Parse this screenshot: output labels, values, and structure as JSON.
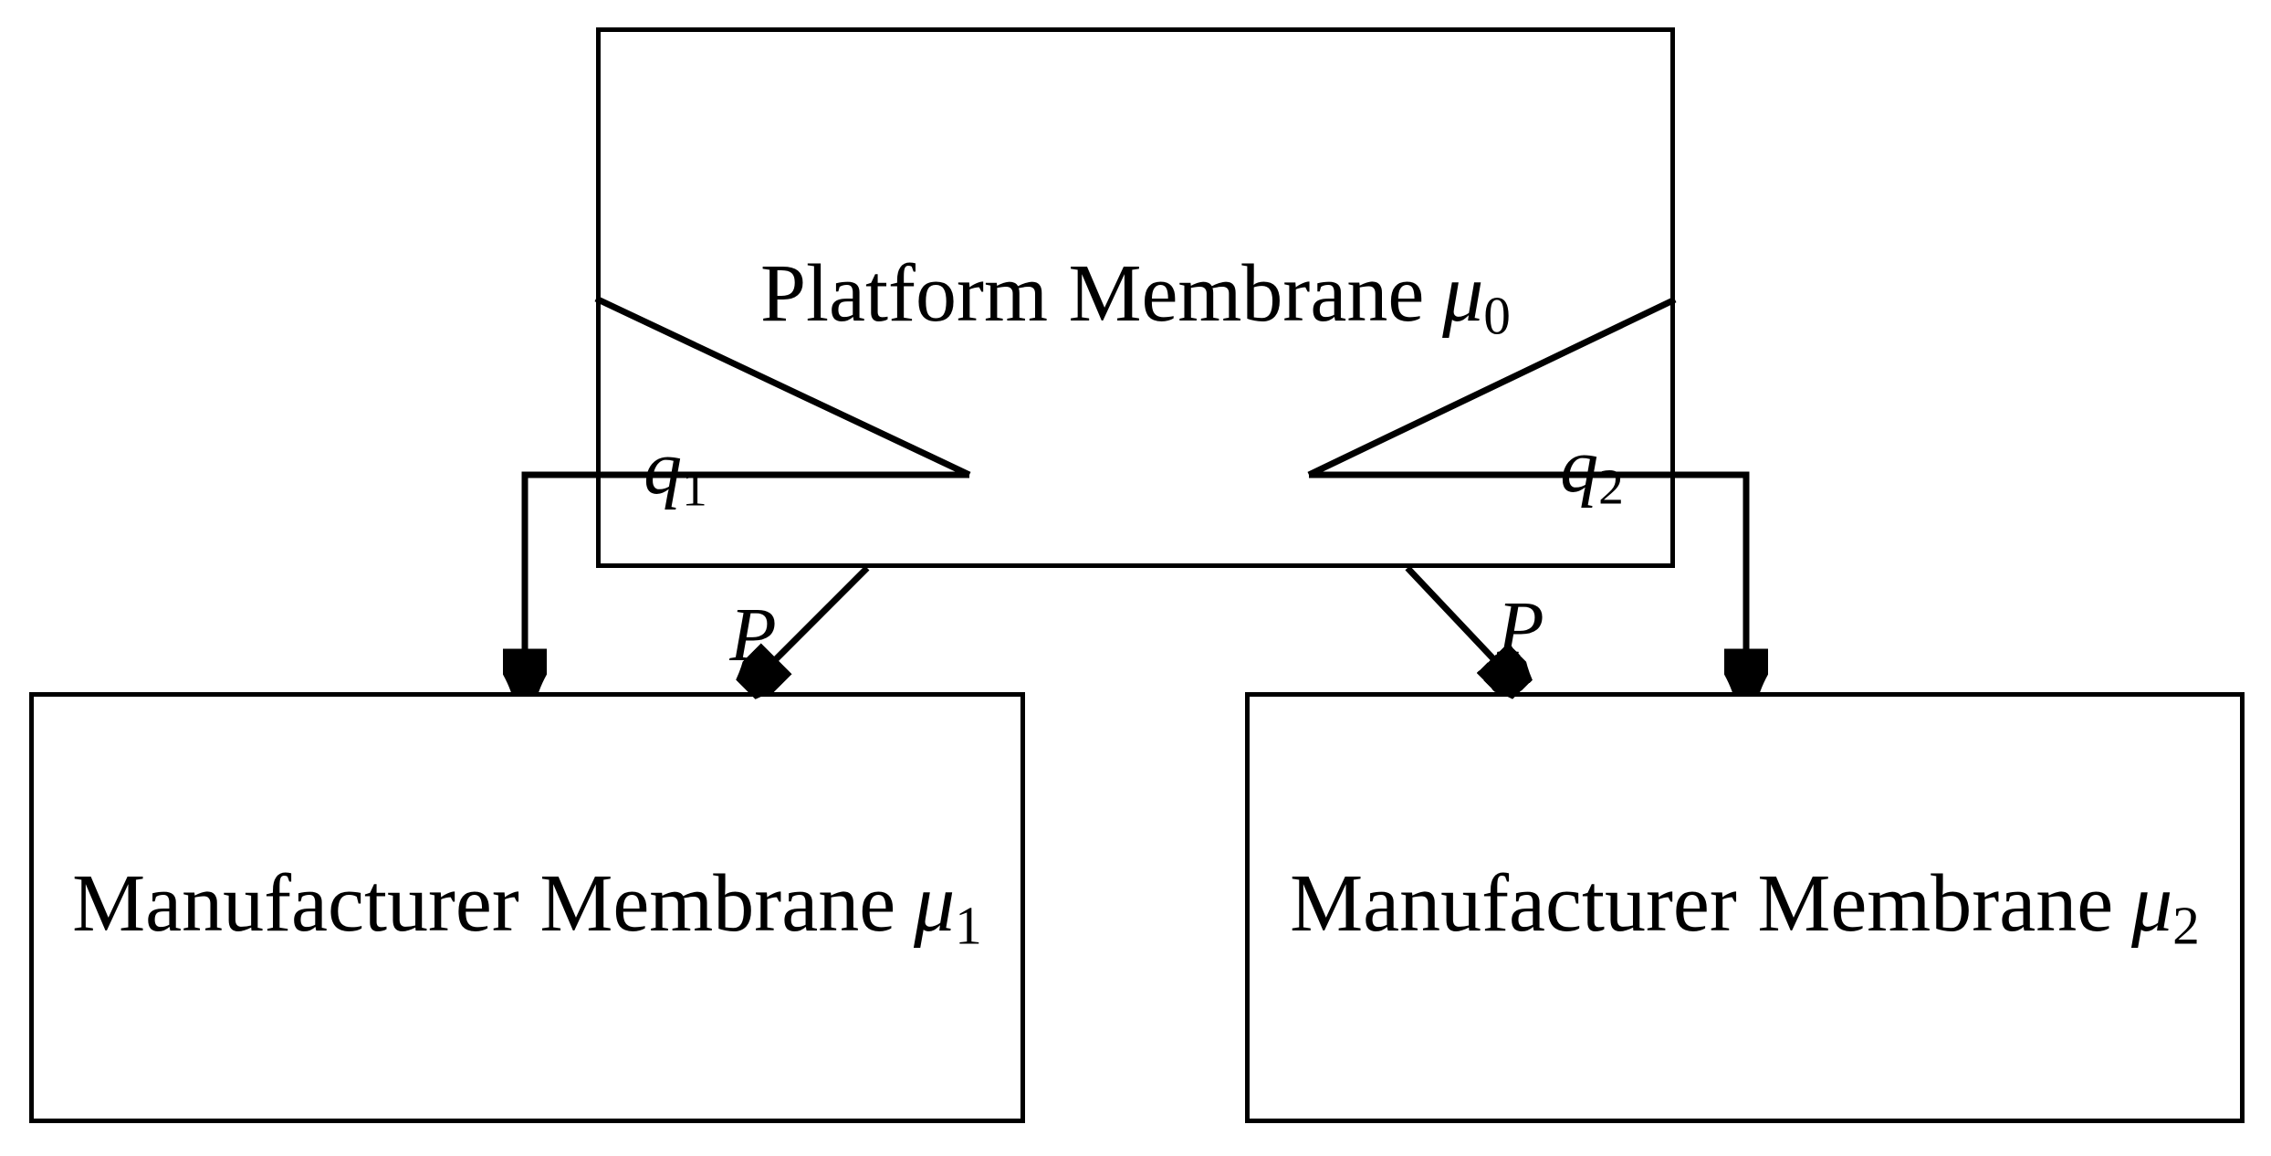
{
  "diagram": {
    "background_color": "#ffffff",
    "line_color": "#000000",
    "boxes": [
      {
        "name": "platform-membrane",
        "label_text": "Platform Membrane",
        "label_symbol": "μ",
        "label_subscript": "0"
      },
      {
        "name": "manufacturer-membrane-1",
        "label_text": "Manufacturer Membrane",
        "label_symbol": "μ",
        "label_subscript": "1"
      },
      {
        "name": "manufacturer-membrane-2",
        "label_text": "Manufacturer Membrane",
        "label_symbol": "μ",
        "label_subscript": "2"
      }
    ],
    "flow_labels": {
      "q1": {
        "symbol": "q",
        "subscript": "1"
      },
      "q2": {
        "symbol": "q",
        "subscript": "2"
      },
      "p_left": {
        "text": "P"
      },
      "p_right": {
        "text": "P"
      }
    }
  }
}
